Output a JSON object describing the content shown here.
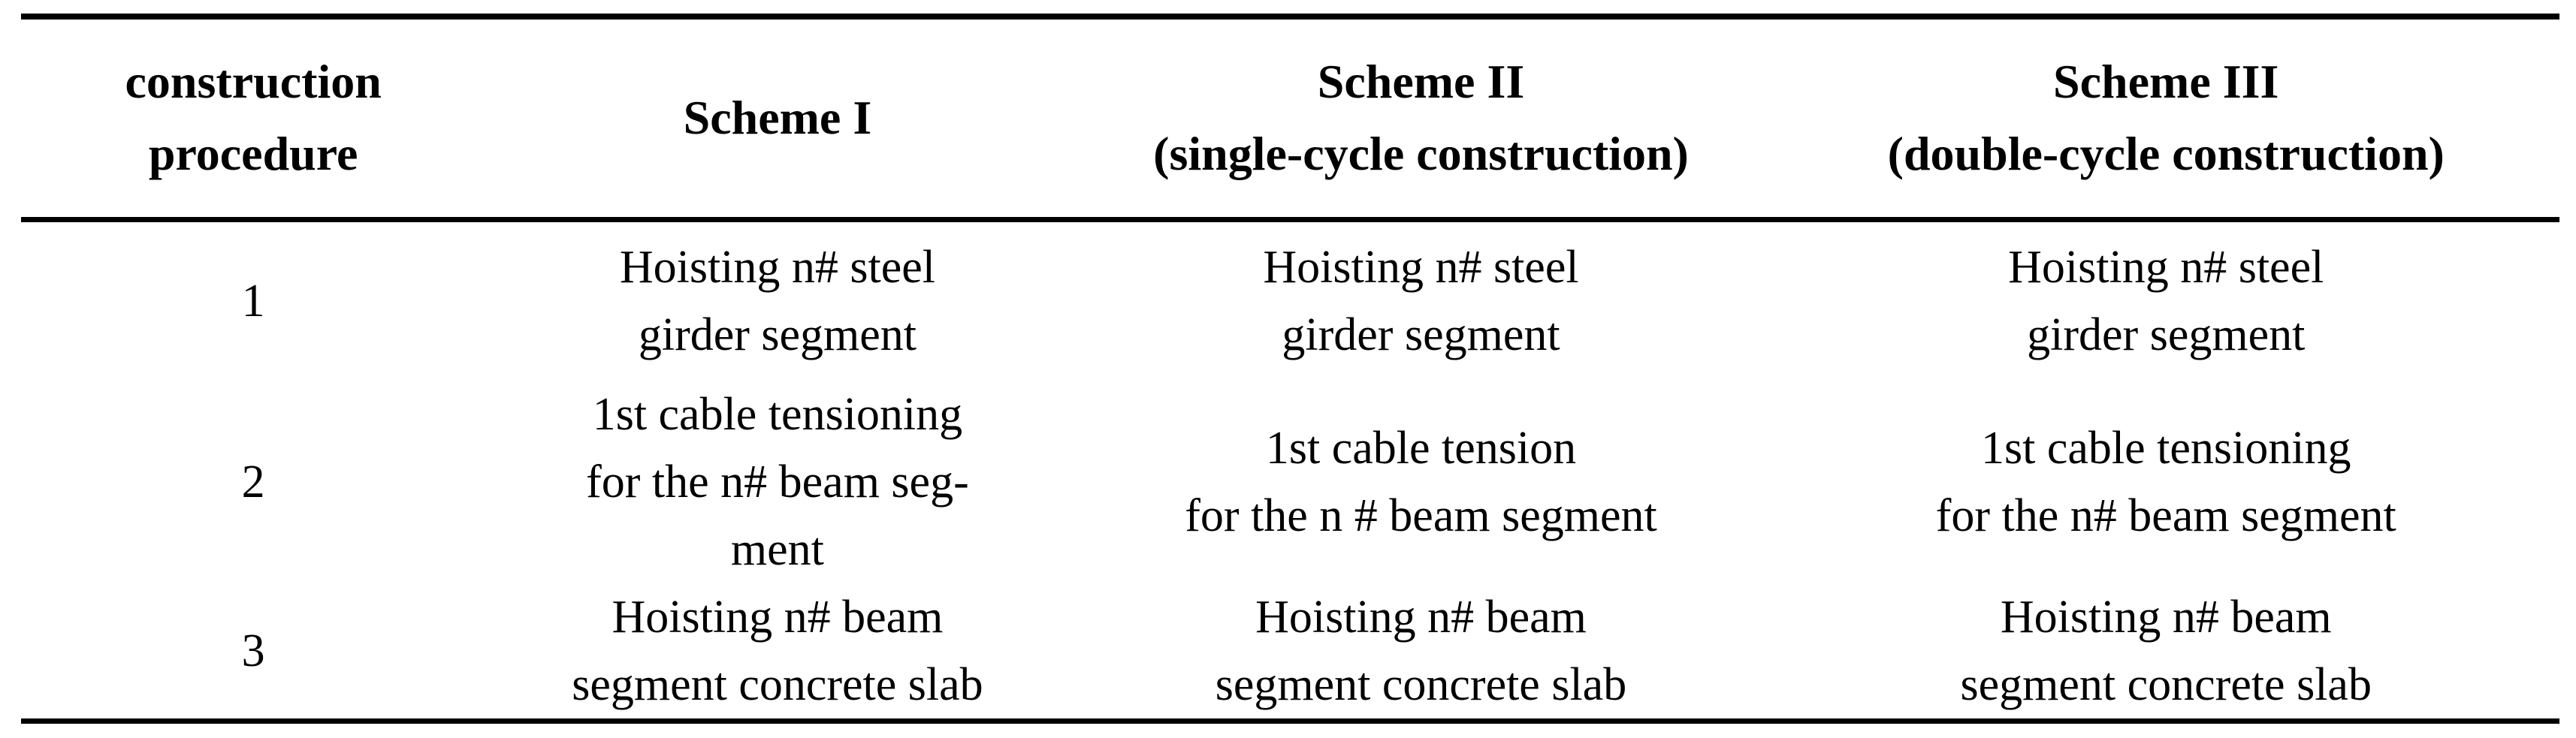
{
  "table": {
    "header": {
      "construction_procedure": [
        "construction",
        "procedure"
      ],
      "scheme_1": [
        "Scheme I"
      ],
      "scheme_2": [
        "Scheme II",
        "(single-cycle construction)"
      ],
      "scheme_3": [
        "Scheme III",
        "(double-cycle construction)"
      ]
    },
    "rows": [
      {
        "procedure": "1",
        "scheme1": [
          "Hoisting n# steel",
          "girder segment"
        ],
        "scheme2": [
          "Hoisting n# steel",
          "girder segment"
        ],
        "scheme3": [
          "Hoisting n# steel",
          "girder segment"
        ]
      },
      {
        "procedure": "2",
        "scheme1": [
          "1st cable tensioning",
          "for the n# beam seg-",
          "ment"
        ],
        "scheme2": [
          "1st cable tension",
          "for the n # beam segment"
        ],
        "scheme3": [
          "1st cable tensioning",
          "for the n# beam segment"
        ]
      },
      {
        "procedure": "3",
        "scheme1": [
          "Hoisting n# beam",
          "segment concrete slab"
        ],
        "scheme2": [
          "Hoisting n# beam",
          "segment concrete slab"
        ],
        "scheme3": [
          "Hoisting n# beam",
          "segment concrete slab"
        ]
      }
    ],
    "colors": {
      "text": "#000000",
      "rule": "#000000",
      "background": "#ffffff"
    }
  }
}
